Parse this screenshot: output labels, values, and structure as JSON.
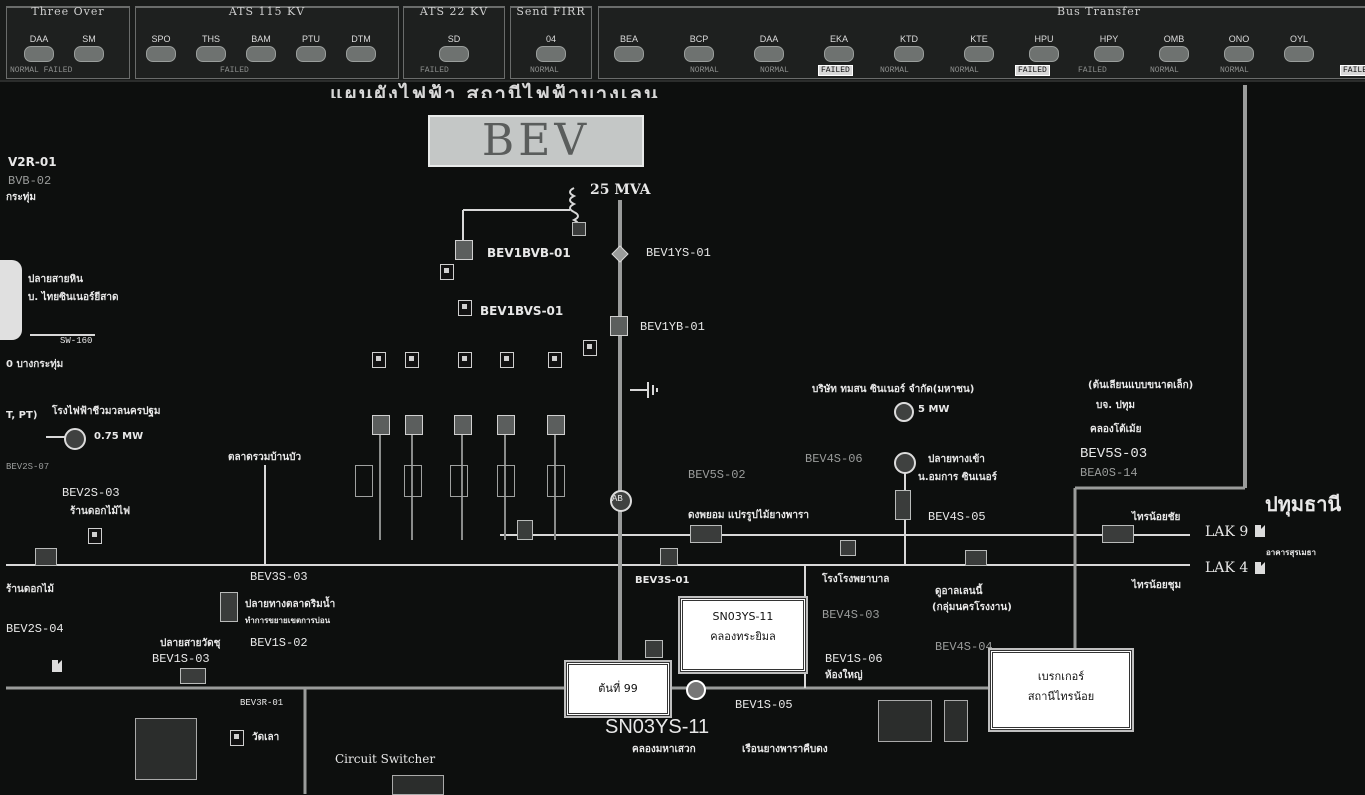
{
  "header": {
    "groups": [
      {
        "title": "Three Over",
        "stations": [
          "DAA",
          "SM"
        ]
      },
      {
        "title": "ATS 115 KV",
        "stations": [
          "SPO",
          "THS",
          "BAM",
          "PTU",
          "DTM"
        ]
      },
      {
        "title": "ATS 22 KV",
        "stations": [
          "SD"
        ]
      },
      {
        "title": "Send FIRR",
        "stations": [
          "04"
        ]
      },
      {
        "title": "Bus Transfer",
        "stations": [
          "BEA",
          "BCP",
          "DAA",
          "EKA",
          "KTD",
          "KTE",
          "HPU",
          "HPY",
          "OMB",
          "ONO",
          "OYL"
        ]
      }
    ],
    "status_normal": "NORMAL",
    "status_failed": "FAILED",
    "status_text": "NORMAL  FAILED",
    "big_title": "TY ONS EMS BIG"
  },
  "title_strip": "แผนผังไฟฟ้า สถานีไฟฟ้าบางเลน",
  "substation": {
    "name": "BEV"
  },
  "transformer": {
    "rating": "25 MVA"
  },
  "labels": {
    "bev1bvb": "BEV1BVB-01",
    "bev1ys": "BEV1YS-01",
    "bev1bvs": "BEV1BVS-01",
    "bev1yb": "BEV1YB-01",
    "v2r": "V2R-01",
    "v2r_sub": "BVB-02",
    "left_th1": "กระทุ่ม",
    "left_th2": "ปลายสายหิน",
    "left_th3": "บ. ไทยซินเนอร์ยีสาด",
    "sw_label": "SW-160",
    "left_th4": "0 บางกระทุ่ม",
    "left_th5": "T, PT)",
    "left_th6": "โรงไฟฟ้าชีวมวลนครปฐม",
    "mw_75": "0.75 MW",
    "bev2s_07": "BEV2S-07",
    "bev2s_03": "BEV2S-03",
    "left_th7": "ร้านดอกไม้ไฟ",
    "left_th8": "ร้านดอกไม้",
    "bev2s_04": "BEV2S-04",
    "center_th1": "ตลาดรวมบ้านบัว",
    "bev3s_03": "BEV3S-03",
    "center_th2": "ปลายทางตลาดริมน้ำ",
    "center_th3": "ทำการขยายเขตการบ่อน",
    "bev1s_02": "BEV1S-02",
    "center_th4": "ปลายสายวัดชุ",
    "bev1s_03": "BEV1S-03",
    "bev3r_01": "BEV3R-01",
    "wat_th": "วัดเลา",
    "circuit_switcher": "Circuit Switcher",
    "bev5s_02": "BEV5S-02",
    "mid_th1": "ดงพยอม แปรรูปไม้ยางพารา",
    "bev4s_06": "BEV4S-06",
    "mid_th2": "ปลายทางเข้า",
    "mid_th3": "น.อมการ ซินเนอร์",
    "bev4s_05": "BEV4S-05",
    "top_th1": "บริษัท ทมสน ซินเนอร์ จำกัด(มหาชน)",
    "mw_5": "5 MW",
    "right_th1": "(ต้นเลียนแบบขนาดเล็ก)",
    "right_th2": "บจ. ปทุม",
    "right_th3": "คลองโต้เม้ย",
    "bev5s_03": "BEV5S-03",
    "bev5s_03_sub": "BEA0S-14",
    "pathum": "ปทุมธานี",
    "lak9": "LAK 9",
    "lak4": "LAK 4",
    "right_th4": "ไทรน้อยชัย",
    "right_th5": "ไทรน้อยชุม",
    "right_th6": "อาคารสุรเมธา",
    "bev4s_03": "BEV4S-03",
    "bev4s_04": "BEV4S-04",
    "mid_th4": "โรงโรงพยาบาล",
    "mid_th5": "ดูอาลเลนนี้",
    "mid_th6": "(กลุ่มนครโรงงาน)",
    "bev1s_06": "BEV1S-06",
    "mid_th7": "ห้องใหญ่",
    "mid_th8": "BEV3S-01",
    "bev1s_05": "BEV1S-05",
    "sn03ys": "SN03YS-11",
    "sn_th1": "คลองมหาเสวก",
    "sn_th2": "เรือนยางพาราคืบดง",
    "ab": "AB"
  },
  "popups": {
    "p1_line1": "SN03YS-11",
    "p1_line2": "คลองทระยิมล",
    "p2_line1": "ต้นที่ 99",
    "p3_line1": "เบรกเกอร์",
    "p3_line2": "สถานีไทรน้อย"
  }
}
